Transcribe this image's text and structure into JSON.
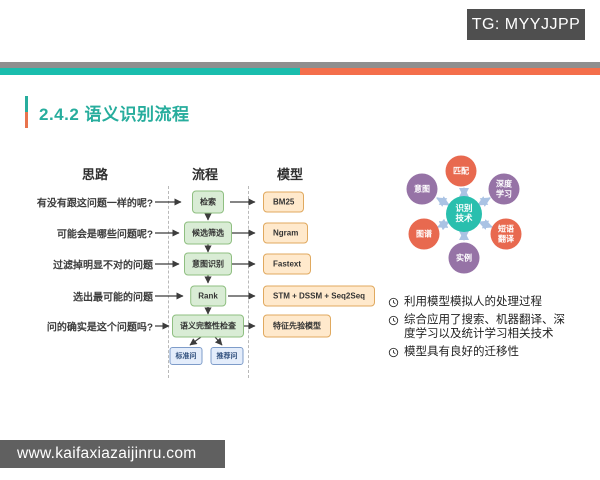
{
  "watermark_badge": {
    "text": "TG: MYYJJPP"
  },
  "slide": {
    "title": "2.4.2 语义识别流程"
  },
  "flowchart": {
    "column_headers": [
      "思路",
      "流程",
      "模型"
    ],
    "rows": [
      {
        "question": "有没有跟这问题一样的呢?",
        "process": "检索",
        "model": "BM25"
      },
      {
        "question": "可能会是哪些问题呢?",
        "process": "候选筛选",
        "model": "Ngram"
      },
      {
        "question": "过滤掉明显不对的问题",
        "process": "意图识别",
        "model": "Fastext"
      },
      {
        "question": "选出最可能的问题",
        "process": "Rank",
        "model": "STM + DSSM + Seq2Seq"
      },
      {
        "question": "问的确实是这个问题吗?",
        "process": "语义完整性检查",
        "model": "特征先验模型"
      }
    ],
    "outputs": [
      "标准问",
      "推荐问"
    ]
  },
  "tech_diagram": {
    "center_label": "识别技术",
    "center_color": "#29bfae",
    "satellites": [
      {
        "label": "匹配",
        "color": "#e8694f"
      },
      {
        "label": "深度学习",
        "color": "#9673a6"
      },
      {
        "label": "短语翻译",
        "color": "#e8694f"
      },
      {
        "label": "实例",
        "color": "#9673a6"
      },
      {
        "label": "图谱",
        "color": "#e8694f"
      },
      {
        "label": "意图",
        "color": "#9673a6"
      }
    ]
  },
  "notes": {
    "items": [
      "利用模型模拟人的处理过程",
      "综合应用了搜索、机器翻译、深度学习以及统计学习相关技术",
      "模型具有良好的迁移性"
    ]
  },
  "footer": {
    "url": "www.kaifaxiazaijinru.com"
  },
  "colors": {
    "divider_gray": "#8f8f8f",
    "divider_teal": "#1abdad",
    "divider_orange": "#f46f4b",
    "title_teal": "#27ad9d",
    "process_box_fill": "#d9ecd5",
    "process_box_border": "#8fbf81",
    "model_box_fill": "#ffe9cc",
    "model_box_border": "#e0a95f",
    "output_box_fill": "#e4edfb",
    "output_box_border": "#7e9cc9",
    "badge_bg": "#4f4f4f",
    "footer_bg": "#606060"
  }
}
